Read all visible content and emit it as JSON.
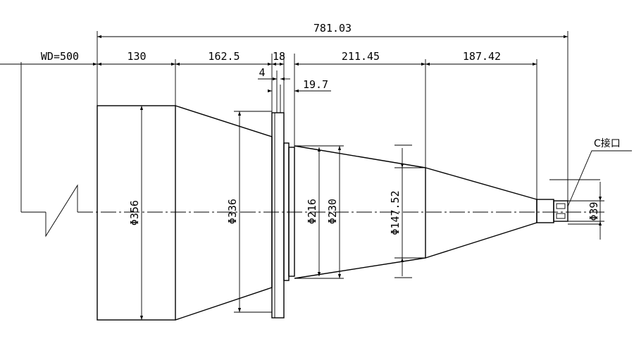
{
  "dimensions": {
    "overall_length": "781.03",
    "working_distance": "WD=500",
    "seg_1": "130",
    "seg_2": "162.5",
    "seg_3": "18",
    "seg_4": "211.45",
    "seg_5": "187.42",
    "flange_offset": "4",
    "flange_width": "19.7"
  },
  "diameters": {
    "front": "Φ356",
    "taper": "Φ336",
    "inner": "Φ216",
    "body": "Φ230",
    "mid": "Φ147.52",
    "mount": "Φ39"
  },
  "labels": {
    "mount_name": "C接口"
  }
}
